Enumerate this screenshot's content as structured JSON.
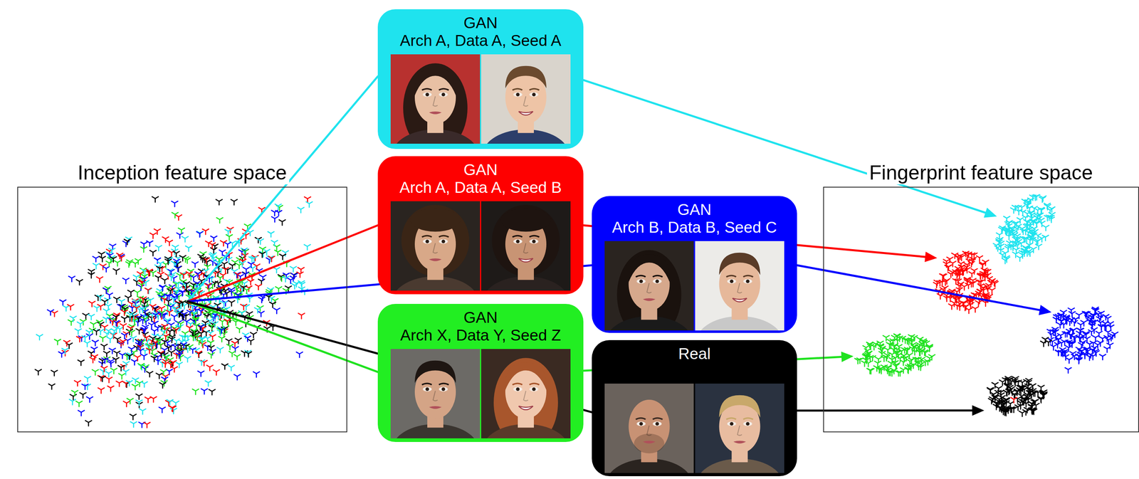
{
  "diagram": {
    "nodes": [
      {
        "text": [
          "Inception feature space"
        ]
      },
      {
        "text": [
          "GAN",
          "Arch A, Data A, Seed A"
        ]
      },
      {
        "text": [
          "GAN",
          "Arch A, Data A, Seed B"
        ]
      },
      {
        "text": [
          "GAN",
          "Arch B, Data B, Seed C"
        ]
      },
      {
        "text": [
          "GAN",
          "Arch X, Data Y, Seed Z"
        ]
      },
      {
        "text": [
          "Real"
        ]
      },
      {
        "text": [
          "Fingerprint feature space"
        ]
      }
    ],
    "edges": [
      {
        "from": 0,
        "to": 1,
        "arrow": "none"
      },
      {
        "from": 0,
        "to": 2,
        "arrow": "none"
      },
      {
        "from": 0,
        "to": 3,
        "arrow": "none"
      },
      {
        "from": 0,
        "to": 4,
        "arrow": "none"
      },
      {
        "from": 0,
        "to": 5,
        "arrow": "none"
      },
      {
        "from": 1,
        "to": 6,
        "arrow": "to"
      },
      {
        "from": 2,
        "to": 6,
        "arrow": "to"
      },
      {
        "from": 3,
        "to": 6,
        "arrow": "to"
      },
      {
        "from": 4,
        "to": 6,
        "arrow": "to"
      },
      {
        "from": 5,
        "to": 6,
        "arrow": "to"
      }
    ]
  }
}
